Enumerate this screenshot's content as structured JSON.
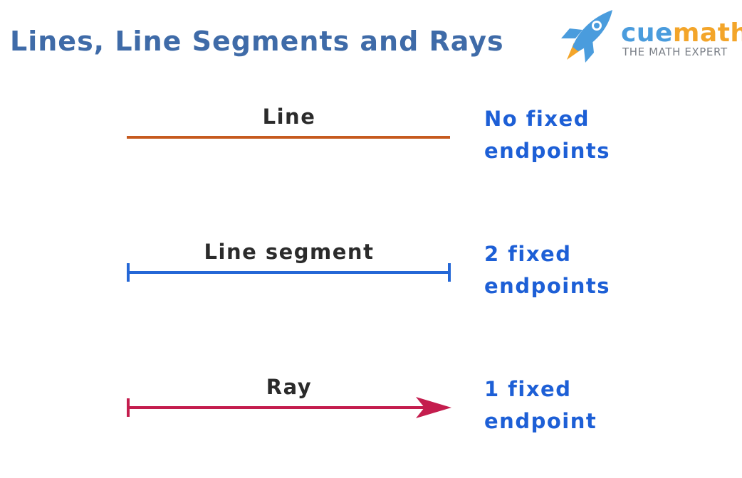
{
  "title": "Lines, Line Segments and Rays",
  "logo": {
    "word_part1": "cue",
    "word_part2": "math",
    "tagline": "THE MATH EXPERT",
    "icon": "rocket-icon"
  },
  "rows": [
    {
      "label": "Line",
      "desc_line1": "No fixed",
      "desc_line2": "endpoints",
      "color": "#C65A1E",
      "type": "line"
    },
    {
      "label": "Line segment",
      "desc_line1": "2 fixed",
      "desc_line2": "endpoints",
      "color": "#2467D6",
      "type": "segment"
    },
    {
      "label": "Ray",
      "desc_line1": "1 fixed",
      "desc_line2": "endpoint",
      "color": "#C41D4E",
      "type": "ray"
    }
  ],
  "colors": {
    "title": "#3F6BA8",
    "description": "#1D5FD6",
    "label": "#2B2B2B"
  }
}
